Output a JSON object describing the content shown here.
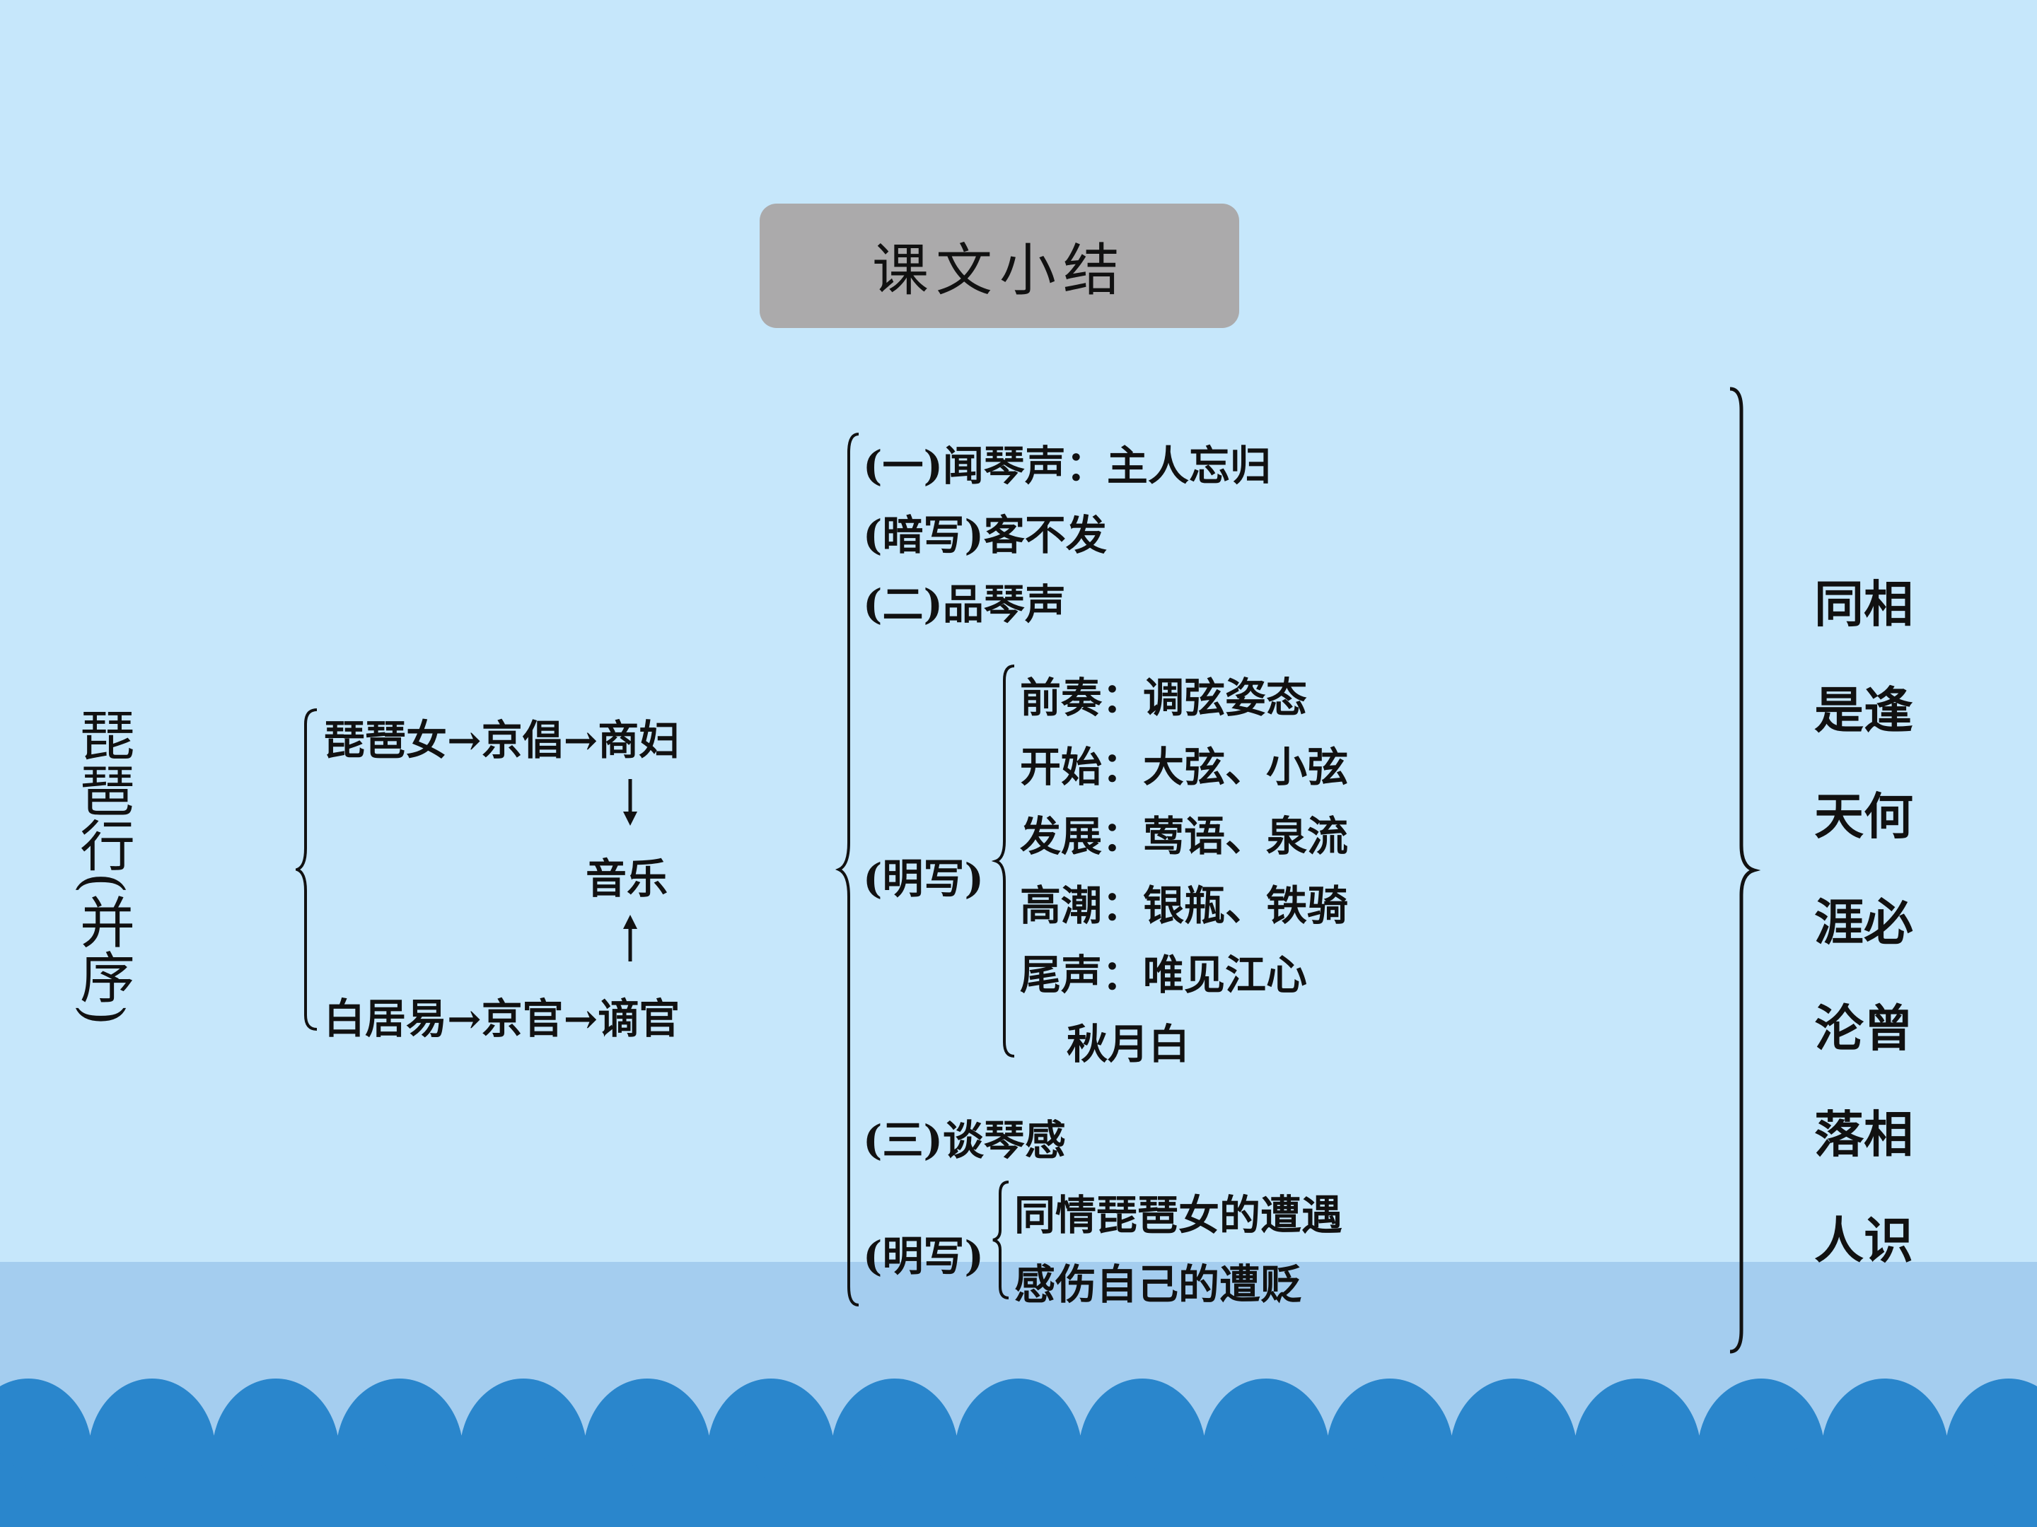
{
  "slide": {
    "title": "课文小结",
    "left_title": "琵琶行(并序)"
  },
  "left_diagram": {
    "top_chain": "琵琶女→京倡→商妇",
    "middle": "音乐",
    "bottom_chain": "白居易→京官→谪官"
  },
  "middle_outline": {
    "section1_heading": "(一)闻琴声：主人忘归",
    "section1_sub": "(暗写)客不发",
    "section2_heading": "(二)品琴声",
    "section2_label": "(明写)",
    "section2_items": [
      "前奏：调弦姿态",
      "开始：大弦、小弦",
      "发展：莺语、泉流",
      "高潮：银瓶、铁骑",
      "尾声：唯见江心",
      "秋月白"
    ],
    "section3_heading": "(三)谈琴感",
    "section3_label": "(明写)",
    "section3_items": [
      "同情琵琶女的遭遇",
      "感伤自己的遭贬"
    ]
  },
  "conclusion": {
    "rows": [
      "同相",
      "是逢",
      "天何",
      "涯必",
      "沦曾",
      "落相",
      "人识"
    ]
  },
  "colors": {
    "background": "#c6e7fb",
    "band": "#a4cdef",
    "waves": "#2a86cc",
    "title_box": "#abaaab"
  }
}
